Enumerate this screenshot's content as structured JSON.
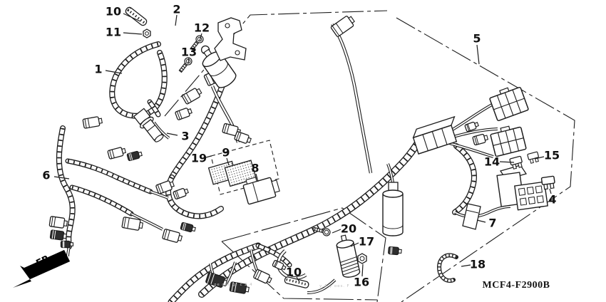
{
  "figure": {
    "code": "MCF4-F2900B",
    "front_label": "FR.",
    "watermark_left": "ge oes gr  c  2  4",
    "watermark_right": "y A      y oes. F",
    "line_color": "#1c1c1c",
    "background": "#ffffff"
  },
  "callouts": [
    {
      "ref": "10"
    },
    {
      "ref": "2"
    },
    {
      "ref": "11"
    },
    {
      "ref": "12"
    },
    {
      "ref": "13"
    },
    {
      "ref": "1"
    },
    {
      "ref": "5"
    },
    {
      "ref": "3"
    },
    {
      "ref": "19"
    },
    {
      "ref": "9"
    },
    {
      "ref": "8"
    },
    {
      "ref": "6"
    },
    {
      "ref": "14"
    },
    {
      "ref": "15"
    },
    {
      "ref": "4"
    },
    {
      "ref": "7"
    },
    {
      "ref": "20"
    },
    {
      "ref": "17"
    },
    {
      "ref": "16"
    },
    {
      "ref": "10"
    },
    {
      "ref": "18"
    }
  ]
}
